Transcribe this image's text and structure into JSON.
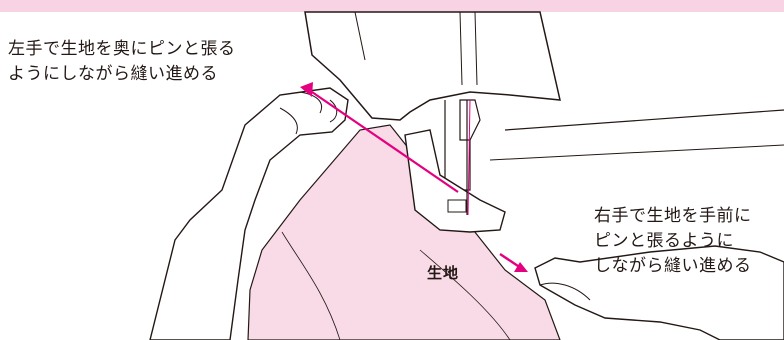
{
  "instruction_left": {
    "line1": "左手で生地を奥にピンと張る",
    "line2": "ようにしながら縫い進める"
  },
  "instruction_right": {
    "line1": "右手で生地を手前に",
    "line2": "ピンと張るように",
    "line3": "しながら縫い進める"
  },
  "fabric_label": "生地",
  "colors": {
    "top_band": "#f7d3e3",
    "fabric": "#f9dbe8",
    "arrow": "#e4007f",
    "outline": "#231815"
  }
}
